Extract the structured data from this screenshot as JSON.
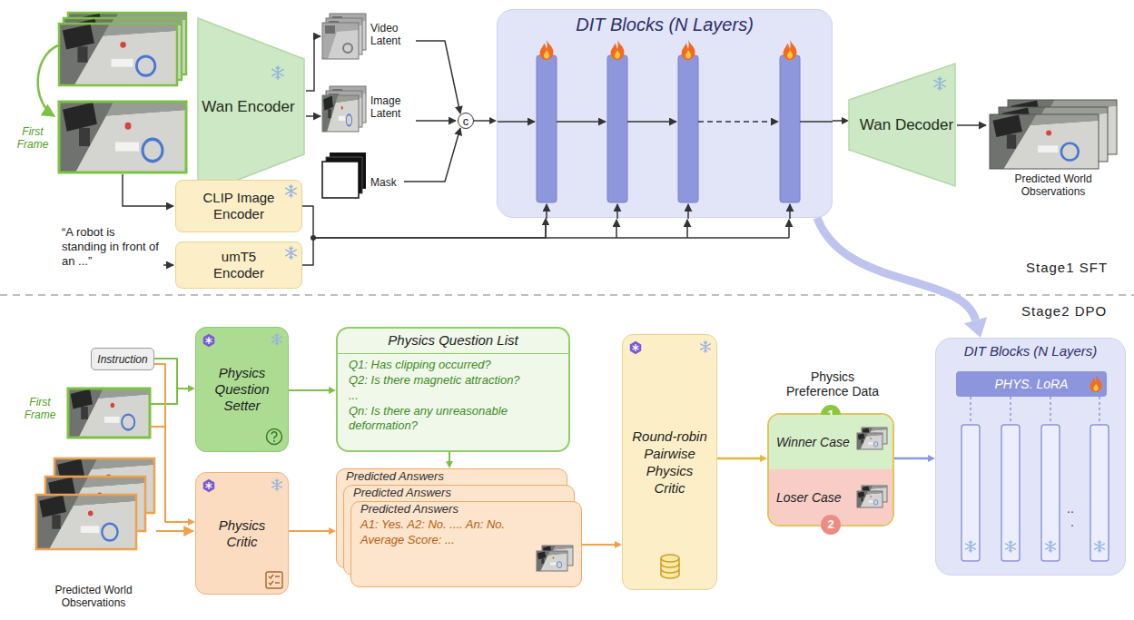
{
  "diagram": {
    "nodes": [
      {
        "text": [
          "Wan Encoder"
        ]
      },
      {
        "text": [
          "c"
        ]
      },
      {
        "text": [
          "DIT Blocks (N Layers)"
        ]
      },
      {
        "text": [
          "Wan Decoder"
        ]
      },
      {
        "text": [
          "CLIP Image Encoder"
        ]
      },
      {
        "text": [
          "umT5 Encoder"
        ]
      },
      {
        "text": [
          "Instruction"
        ]
      },
      {
        "text": [
          "Physics Question Setter"
        ]
      },
      {
        "text": [
          "Physics Question List",
          "Q1: Has clipping occurred?",
          "Q2: Is there magnetic attraction?",
          "...",
          "Qn: Is there any unreasonable deformation?"
        ]
      },
      {
        "text": [
          "Physics Critic"
        ]
      },
      {
        "text": [
          "Predicted Answers"
        ]
      },
      {
        "text": [
          "Predicted Answers"
        ]
      },
      {
        "text": [
          "Predicted Answers",
          "A1: Yes. A2: No. .... An: No.",
          "Average Score: ..."
        ]
      },
      {
        "text": [
          "Round-robin Pairwise Physics Critic"
        ]
      },
      {
        "text": [
          "Physics Preference Data"
        ]
      },
      {
        "text": [
          "1"
        ],
        "in": 14
      },
      {
        "text": [
          "Winner Case"
        ],
        "in": 14
      },
      {
        "text": [
          "Loser Case"
        ],
        "in": 14
      },
      {
        "text": [
          "2"
        ],
        "in": 14
      },
      {
        "text": [
          "DIT Blocks (N Layers)"
        ]
      },
      {
        "text": [
          "PHYS. LoRA"
        ],
        "in": 19
      }
    ],
    "edges": [
      {
        "from": 1,
        "to": 2,
        "arrow": "to"
      },
      {
        "from": 2,
        "to": 3,
        "arrow": "to"
      },
      {
        "from": 4,
        "to": 2,
        "arrow": "to"
      },
      {
        "from": 5,
        "to": 2,
        "arrow": "to"
      },
      {
        "from": 2,
        "to": 19,
        "arrow": "to"
      },
      {
        "from": 6,
        "to": 7,
        "arrow": "to"
      },
      {
        "from": 6,
        "to": 9,
        "arrow": "to"
      },
      {
        "from": 7,
        "to": 8,
        "arrow": "to"
      },
      {
        "from": 8,
        "to": 10,
        "arrow": "to"
      },
      {
        "from": 9,
        "to": 10,
        "arrow": "to"
      },
      {
        "from": 12,
        "to": 13,
        "arrow": "to"
      },
      {
        "from": 13,
        "to": 14,
        "arrow": "to"
      },
      {
        "from": 14,
        "to": 19,
        "arrow": "to"
      }
    ],
    "labels": [
      "First Frame",
      "Video Latent",
      "Image Latent",
      "Mask",
      "Predicted World Observations",
      "“A robot is standing in front of an ...”",
      "Stage1 SFT",
      "Stage2 DPO",
      "First Frame",
      "Predicted World Observations",
      "..",
      "."
    ]
  }
}
